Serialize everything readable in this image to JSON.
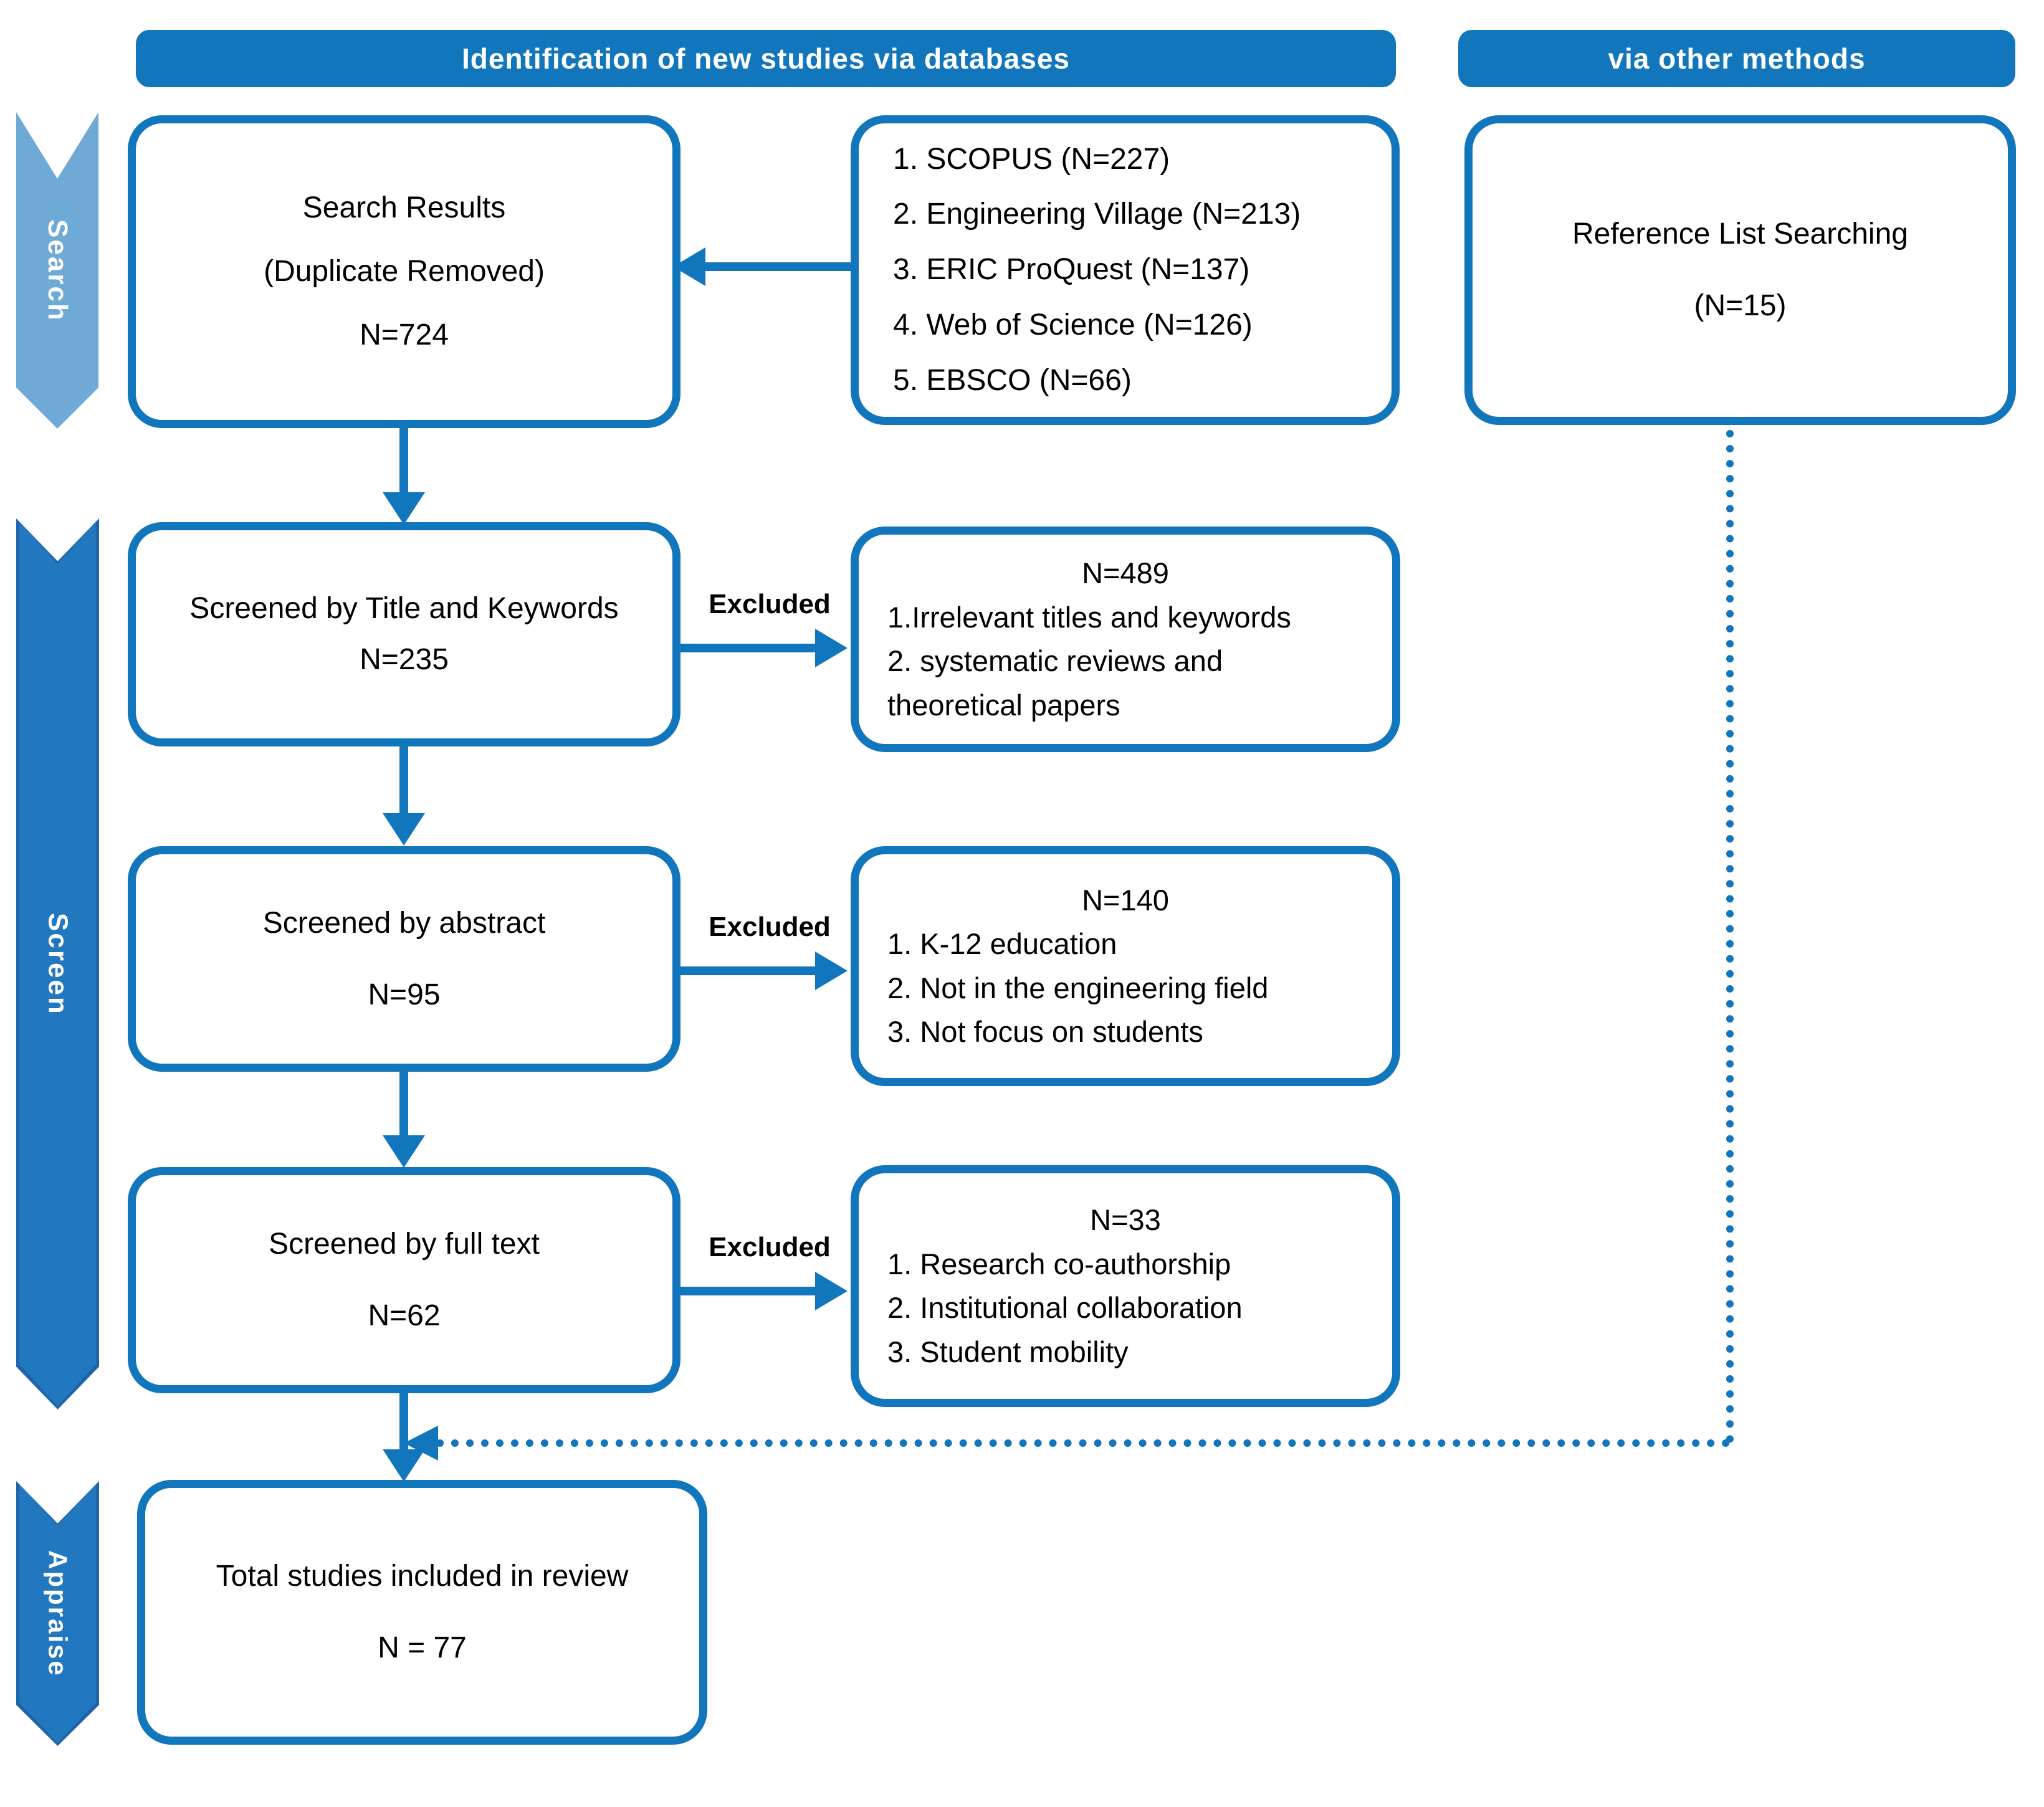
{
  "colors": {
    "primary_blue": "#1176BC",
    "light_blue": "#6FA9D6",
    "chevron_fill": "#2178BE",
    "chevron_border": "#2062AC",
    "ink": "#000000"
  },
  "headers": {
    "databases": "Identification of new studies via databases",
    "other_methods": "via other methods"
  },
  "stage_arrows": [
    {
      "label": "Search"
    },
    {
      "label": "Screen"
    },
    {
      "label": "Appraise"
    }
  ],
  "labels": {
    "excluded": "Excluded"
  },
  "flow": {
    "search_results": {
      "lines": [
        "Search Results",
        "(Duplicate Removed)",
        "N=724"
      ]
    },
    "databases": {
      "items": [
        "1. SCOPUS (N=227)",
        "2. Engineering Village (N=213)",
        "3. ERIC ProQuest (N=137)",
        "4. Web of Science (N=126)",
        "5. EBSCO (N=66)"
      ]
    },
    "reference_list": {
      "lines": [
        "Reference List Searching",
        "(N=15)"
      ]
    },
    "screened_title": {
      "lines": [
        "Screened by Title and Keywords",
        "N=235"
      ]
    },
    "excluded_title": {
      "count": "N=489",
      "items": [
        "1.Irrelevant titles and keywords",
        "2. systematic reviews and theoretical papers"
      ]
    },
    "screened_abstract": {
      "lines": [
        "Screened by abstract",
        "N=95"
      ]
    },
    "excluded_abstract": {
      "count": "N=140",
      "items": [
        "1. K-12 education",
        "2. Not in the engineering field",
        "3. Not focus on students"
      ]
    },
    "screened_fulltext": {
      "lines": [
        "Screened by full text",
        "N=62"
      ]
    },
    "excluded_fulltext": {
      "count": "N=33",
      "items": [
        "1. Research co-authorship",
        "2. Institutional collaboration",
        "3. Student mobility"
      ]
    },
    "total_included": {
      "lines": [
        "Total studies included in review",
        "N = 77"
      ]
    }
  }
}
